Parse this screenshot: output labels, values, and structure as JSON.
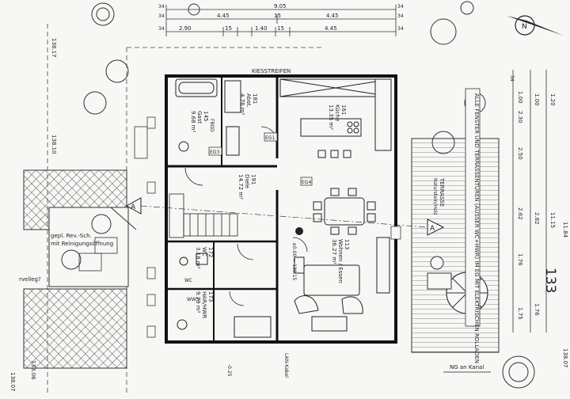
{
  "dims": {
    "top_total": "9.05",
    "edge_34": "34",
    "left_half": "4.45",
    "right_half": "4.45",
    "d15": "15",
    "d290": "2.90",
    "d140": "1.40"
  },
  "rdims": {
    "d100": "1.00",
    "d230": "2.30",
    "d250": "2.50",
    "d262": "2.62",
    "d176": "1.76",
    "d175": "1.75",
    "d282": "2.82",
    "d120": "1.20",
    "d1115": "11.15",
    "d1184": "11.84"
  },
  "levels": {
    "l1": "138.17",
    "l2": "138.10",
    "l3": "138.06",
    "l4": "138.07"
  },
  "site": {
    "north": "N",
    "plot": "133",
    "rev_line1": "gepl. Rev.-Sch.",
    "rev_line2": "mit Reinigungsöffnung",
    "rveleg": "rvelleg?"
  },
  "terrace": {
    "label": "TERRASSE",
    "sub": "Naturstein/Holz"
  },
  "notes": {
    "windows": "ALLE FENSTER UND TERRASSENTÜREN (AUSSER WC+HWR) IM EG MIT ELEKTRISCHEN ROLLADEN"
  },
  "labels": {
    "kiesstreifen": "KIESSTREIFEN",
    "section_a": "A",
    "elev": "±0.00 = 138.15",
    "ng_kanal": "NG an Kanal",
    "lan": "LAN-Kabel",
    "bottom_level": "-0.25"
  },
  "rooms": {
    "r145": {
      "num": "145",
      "name": "Gast",
      "area": "9.68 m²"
    },
    "r181": {
      "num": "181",
      "name": "Abst.",
      "area": "4.76 m²"
    },
    "r161": {
      "num": "161",
      "name": "Küche",
      "area": "13.35 m²"
    },
    "r191": {
      "num": "191",
      "name": "Diele",
      "area": "14.72 m²"
    },
    "r113": {
      "num": "113",
      "name": "Wohnen / Essen",
      "area": "36.27 m²"
    },
    "r172": {
      "num": "172",
      "name": "WC",
      "area": "3.18 m²"
    },
    "r173": {
      "num": "173",
      "name": "HAR/HWR",
      "area": "9.79 m²"
    }
  },
  "tags": {
    "t1": "EG3",
    "t2": "EG1",
    "t3": "EG4",
    "t4": "FBOD",
    "t5": "WC",
    "t6": "WWS"
  }
}
